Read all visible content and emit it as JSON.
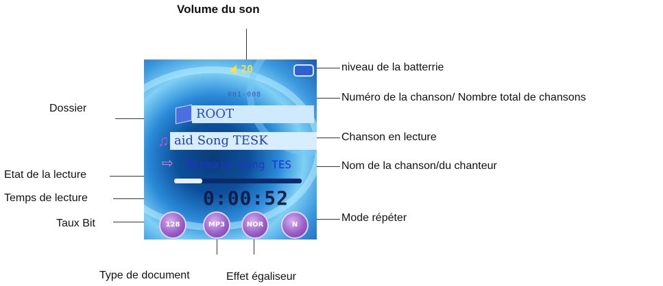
{
  "labels": {
    "volume": "Volume du son",
    "battery": "niveau de la batterrie",
    "track_count": "Numéro de la chanson/ Nombre total de chansons",
    "folder": "Dossier",
    "playing": "Chanson en lecture",
    "play_state": "Etat de la lecture",
    "song_artist": "Nom de la chanson/du chanteur",
    "play_time": "Temps de lecture",
    "bitrate": "Taux Bit",
    "repeat": "Mode répéter",
    "doc_type": "Type de document",
    "eq": "Effet égaliseur"
  },
  "screen": {
    "volume": "20",
    "track_number": "001-008",
    "folder_name": "ROOT",
    "playing_song": "aid Song TESK",
    "song_artist": "Mermaid Song TES",
    "time": "0:00:52",
    "progress_fraction": 0.22,
    "buttons": {
      "bitrate": "128",
      "doc_type": "MP3",
      "eq": "NOR",
      "repeat": "N"
    }
  },
  "colors": {
    "volume_text": "#f4e04a",
    "button_purple": "#9a60c8",
    "battery": "#2f5fd0"
  }
}
